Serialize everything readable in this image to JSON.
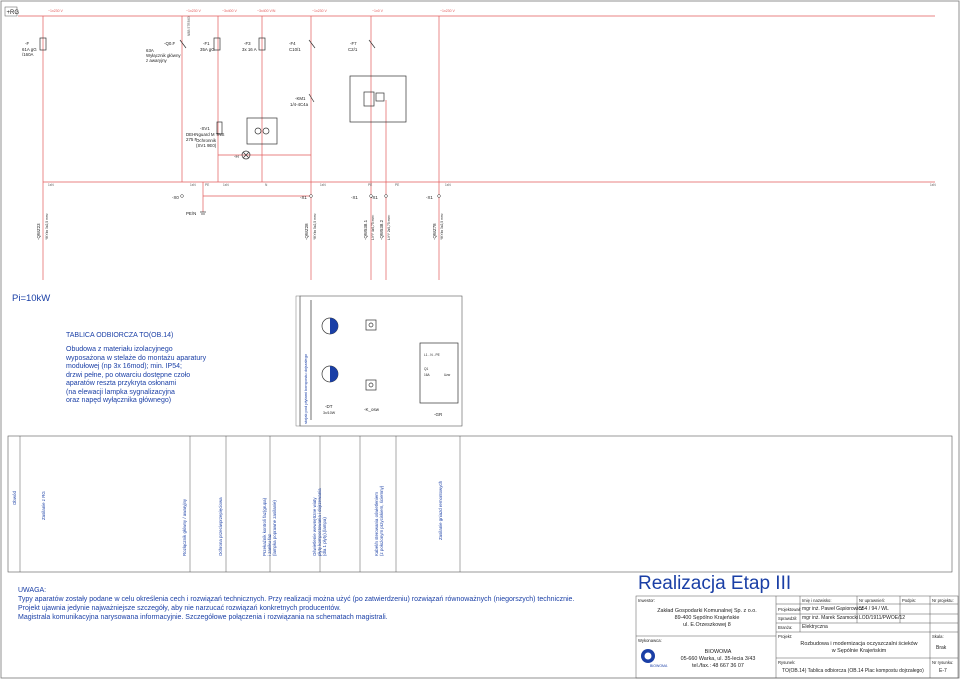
{
  "header": {
    "rg_label": "+RG",
    "top_tags": [
      "~1x230 V",
      "~1x230 V",
      "~3x400 V",
      "~3x400 V/N",
      "~1x230 V",
      "~1x0 V",
      "~1x230 V"
    ]
  },
  "devices": {
    "f_main": {
      "name": "-F",
      "spec": "61A gG\n/160A"
    },
    "q0f": {
      "name": "-Q0.F",
      "spec": "63A\nWyłącznik główny\nz awaryjny",
      "side": "NBB 5TR3/63"
    },
    "f1": {
      "name": "-F1",
      "spec": "35A gG"
    },
    "f3": {
      "name": "-F3",
      "spec": "3x 16 A"
    },
    "f4": {
      "name": "-F4",
      "spec": "C10/1"
    },
    "f7": {
      "name": "-F7",
      "spec": "C2/1"
    },
    "km1": {
      "name": "-KM1",
      "spec": "1/4-4C4a"
    },
    "sv1": {
      "name": "-SV1",
      "spec": "Ochronnik\n(SV1 9E0)",
      "extra": "DEHNguard M TNS\n275 F"
    },
    "h": {
      "name": "-H"
    },
    "x0": "-X0",
    "x1": [
      "-X1",
      "-X1",
      "-X1",
      "-X1"
    ],
    "pe_label": "PE/N",
    "term_ticks": [
      "1xN",
      "1xN",
      "PE",
      "1xN",
      "N",
      "1xN",
      "PE",
      "PE",
      "1xN",
      "1xN"
    ]
  },
  "cables": [
    {
      "name": "-QWZ23",
      "spec": "YKYżo 3x2,5 mm²"
    },
    {
      "name": "-QWZ28",
      "spec": "YKYżo 5x2,5 mm²"
    },
    {
      "name": "-QW538.1",
      "spec": "LiYY 4x0,75 mm²"
    },
    {
      "name": "-QW538.2",
      "spec": "LiYY 2x0,75 mm²"
    },
    {
      "name": "-QWZ78",
      "spec": "YKYżo 3x2,5 mm²"
    }
  ],
  "power": {
    "label": "Pi=10kW"
  },
  "enclosure": {
    "title": "TABLICA ODBIORCZA TO(OB.14)",
    "description": [
      "Obudowa z materiału izolacyjnego",
      "wyposażona w stelaże do montażu aparatury",
      "modułowej (np 3x 16mod); min. IP54;",
      "drzwi pełne, po otwarciu dostępne czoło",
      "aparatów reszta przykryta osłonami",
      "(na elewacji lampka sygnalizacyjna",
      "oraz napęd wyłącznika głównego)"
    ],
    "side_note": "stojak pod płytami kompostu dojrzałego",
    "dt": {
      "name": "-DT",
      "spec": "3x/10W"
    },
    "k_osw": "-K_osw",
    "gr": "-GR",
    "gr_inner": [
      "L1 - N - PE",
      "Q1",
      "16A",
      "Uzw"
    ]
  },
  "legend": {
    "obwod": "Obwód",
    "columns": [
      "Zasilanie z RG",
      "Rozłącznik główny / awaryjny",
      "Ochrona przeciwprzepięciowa",
      "Przekaźnik kontroli faz(grupa)\ni zaniku faz\n(lampka poprawne zasilanie)",
      "Oświetlenie wewnętrzne wiaty\npłyty kompostowania i dojrzewania\n(dla 1 płyty).(lampa)",
      "Kabel/n sterowania oświetleniem\n(z położonym przyciskiem, ściemny)",
      "Zasilanie gniazd remontowych"
    ]
  },
  "notes": {
    "heading": "UWAGA:",
    "lines": [
      "Typy aparatów zostały podane w celu określenia cech i rozwiązań technicznych. Przy realizacji można użyć (po zatwierdzeniu) rozwiązań równoważnych (niegorszych) technicznie.",
      "Projekt ujawnia jedynie najważniejsze szczegóły, aby nie narzucać rozwiązań konkretnych producentów.",
      "Magistrala komunikacyjna narysowana informacyjnie. Szczegółowe połączenia i rozwiązania na schematach magistrali."
    ]
  },
  "title_block": {
    "big_title": "Realizacja Etap III",
    "investor_label": "Inwestor:",
    "investor_lines": [
      "Zakład Gospodarki Komunalnej Sp. z o.o.",
      "89-400 Sępólno Krajeńskie",
      "ul. E.Orzeszkowej 8"
    ],
    "contractor_label": "Wykonawca:",
    "contractor_lines": [
      "BIOWOMA",
      "05-660 Warka, ul. 35-lecia 3/43",
      "tel./fax.: 48 667 36 07"
    ],
    "logo_text": "BIOWOMA",
    "header_cols": [
      "Imię i nazwisko:",
      "Nr uprawnień:",
      "Podpis:",
      "Nr projektu:"
    ],
    "projektowal": "Projektował:",
    "projektowal_name": "mgr inż. Paweł Gąsiorowicz",
    "projektowal_nr": "554 / 94 / WL",
    "sprawdzil": "Sprawdził:",
    "sprawdzil_name": "mgr inż. Marek Szamocki",
    "sprawdzil_nr": "LOD/1911/PWOE/12",
    "branza_label": "Branża:",
    "branza": "Elektryczna",
    "projekt_label": "Projekt:",
    "projekt_lines": [
      "Rozbudowa i modernizacja oczyszczalni ścieków",
      "w Sępólnie Krajeńskim"
    ],
    "skala_label": "Skala:",
    "skala": "Brak",
    "rysunek_label": "Rysunek:",
    "rysunek": "TO(OB.14) Tablica odbiorcza (OB.14 Plac kompostu dojrzałego)",
    "nr_rys_label": "Nr rysunku:",
    "nr_rys": "E-7"
  },
  "colors": {
    "wire": "#e25a5a",
    "text_blue": "#1a3fa6",
    "frame": "#555555"
  }
}
